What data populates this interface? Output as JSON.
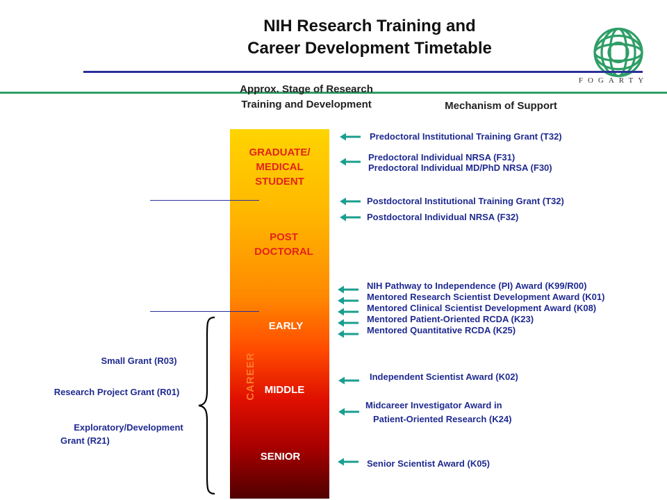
{
  "title": {
    "line1": "NIH Research Training and",
    "line2": "Career Development Timetable"
  },
  "logo": {
    "name": "fogarty-logo-icon",
    "wordmark": "FOGARTY",
    "color": "#2f9e66"
  },
  "headers": {
    "stage_line1": "Approx. Stage of Research",
    "stage_line2": "Training and Development",
    "mechanism": "Mechanism of Support"
  },
  "stages": {
    "graduate": [
      "GRADUATE/",
      "MEDICAL",
      "STUDENT"
    ],
    "postdoc": [
      "POST",
      "DOCTORAL"
    ],
    "early": "EARLY",
    "middle": "MIDDLE",
    "senior": "SENIOR",
    "career": "CAREER"
  },
  "mechanisms": {
    "t32_pre": "Predoctoral Institutional Training Grant (T32)",
    "f31": "Predoctoral Individual NRSA (F31)",
    "f30": "Predoctoral Individual MD/PhD NRSA (F30)",
    "t32_post": "Postdoctoral Institutional Training Grant (T32)",
    "f32": "Postdoctoral Individual NRSA (F32)",
    "k99": "NIH Pathway to Independence (PI) Award (K99/R00)",
    "k01": "Mentored Research Scientist Development Award (K01)",
    "k08": "Mentored Clinical Scientist Development Award (K08)",
    "k23": "Mentored Patient-Oriented RCDA (K23)",
    "k25": "Mentored Quantitative RCDA (K25)",
    "k02": "Independent Scientist Award (K02)",
    "k24_line1": "Midcareer Investigator Award in",
    "k24_line2": "Patient-Oriented Research (K24)",
    "k05": "Senior Scientist Award (K05)"
  },
  "grants": {
    "r03": "Small Grant (R03)",
    "r01": "Research Project Grant (R01)",
    "r21_line1": "Exploratory/Development",
    "r21_line2": "Grant (R21)"
  },
  "colors": {
    "arrow": "#1a9e8f",
    "mechanism_text": "#1f2a90",
    "stage_label": "#e3231b",
    "career_label": "#ff7a2a",
    "rule_blue": "#2a2f9a",
    "rule_green": "#2f9e66"
  }
}
